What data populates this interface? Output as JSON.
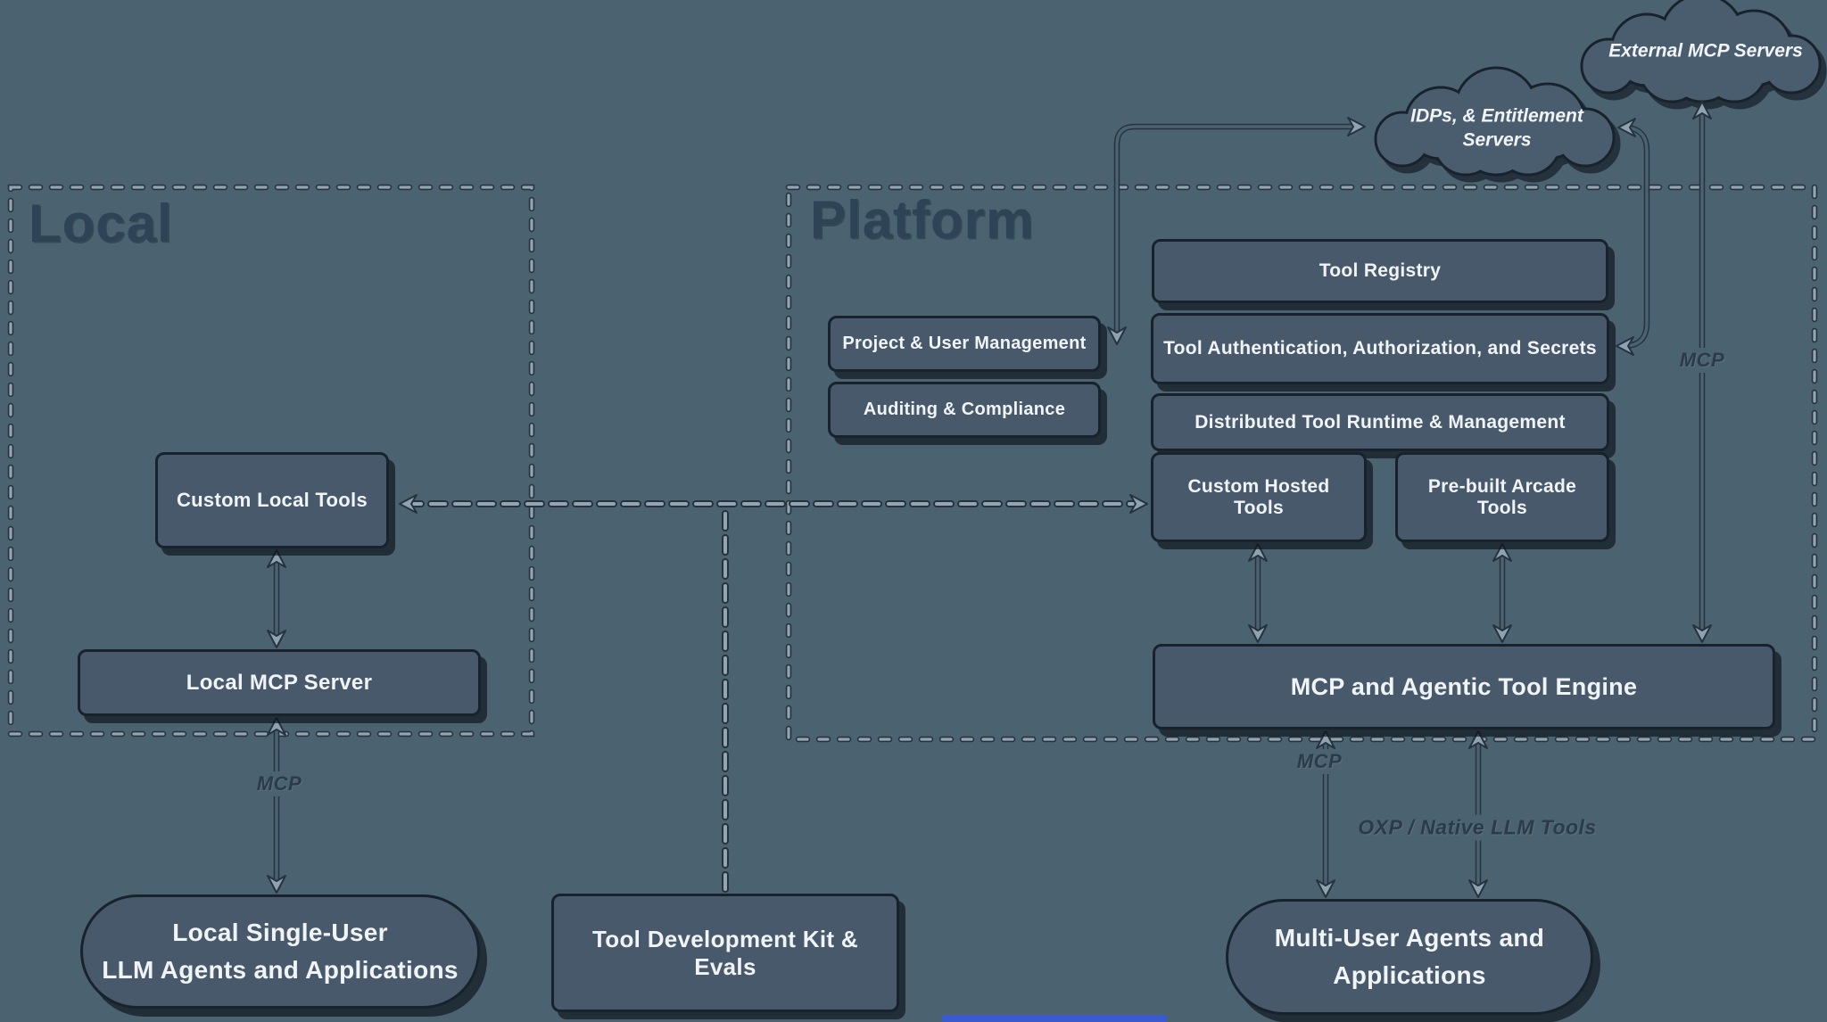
{
  "clouds": {
    "external": {
      "label": "External MCP Servers"
    },
    "idps": {
      "label_line1": "IDPs, & Entitlement",
      "label_line2": "Servers"
    }
  },
  "containers": {
    "local": {
      "title": "Local"
    },
    "platform": {
      "title": "Platform"
    }
  },
  "boxes": {
    "custom_local_tools": {
      "label": "Custom Local Tools"
    },
    "local_mcp_server": {
      "label": "Local MCP Server"
    },
    "project_user_mgmt": {
      "label": "Project & User Management"
    },
    "auditing_compliance": {
      "label": "Auditing & Compliance"
    },
    "tool_registry": {
      "label": "Tool Registry"
    },
    "tool_auth": {
      "label": "Tool Authentication, Authorization, and Secrets"
    },
    "distributed_runtime": {
      "label": "Distributed Tool Runtime & Management"
    },
    "custom_hosted_tools": {
      "label": "Custom Hosted Tools"
    },
    "prebuilt_arcade_tools": {
      "label": "Pre-built Arcade Tools"
    },
    "mcp_engine": {
      "label": "MCP and Agentic Tool Engine"
    },
    "tdk_evals": {
      "label": "Tool Development Kit & Evals"
    }
  },
  "pills": {
    "local_single_user": {
      "line1": "Local Single-User",
      "line2": "LLM Agents and Applications"
    },
    "multi_user": {
      "line1": "Multi-User Agents and",
      "line2": "Applications"
    }
  },
  "edge_labels": {
    "mcp_local": "MCP",
    "mcp_external": "MCP",
    "mcp_engine_agents": "MCP",
    "oxp_native": "OXP / Native LLM Tools"
  },
  "colors": {
    "bg": "#4b6370",
    "box_fill": "#47596a",
    "box_stroke": "#17222d",
    "text": "#f1f4f6",
    "title": "#2f4356",
    "dash_light": "#93a5b2",
    "dash_dark": "#26333f",
    "arrow_dark": "#26333f",
    "arrow_fill": "#8ea2b0",
    "label_dark": "#2b3b4a",
    "bottom_bar": "#3c5ad0"
  }
}
